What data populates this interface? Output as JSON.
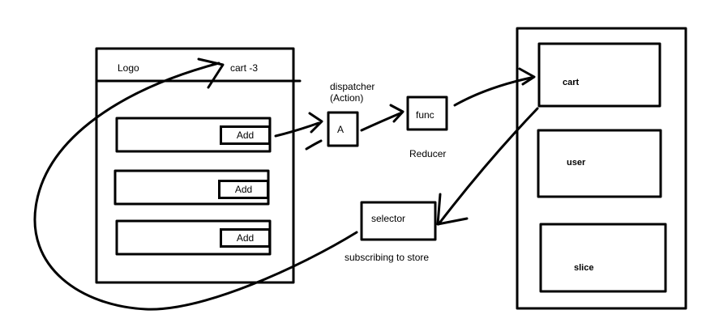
{
  "app": {
    "logo_label": "Logo",
    "cart_label": "cart -3",
    "add_buttons": [
      "Add",
      "Add",
      "Add"
    ]
  },
  "flow": {
    "dispatcher_label": "dispatcher\n(Action)",
    "action_box_label": "A",
    "func_box_label": "func",
    "reducer_label": "Reducer",
    "selector_box_label": "selector",
    "subscribe_label": "subscribing to store"
  },
  "store": {
    "slices": [
      "cart",
      "user",
      "slice"
    ]
  }
}
